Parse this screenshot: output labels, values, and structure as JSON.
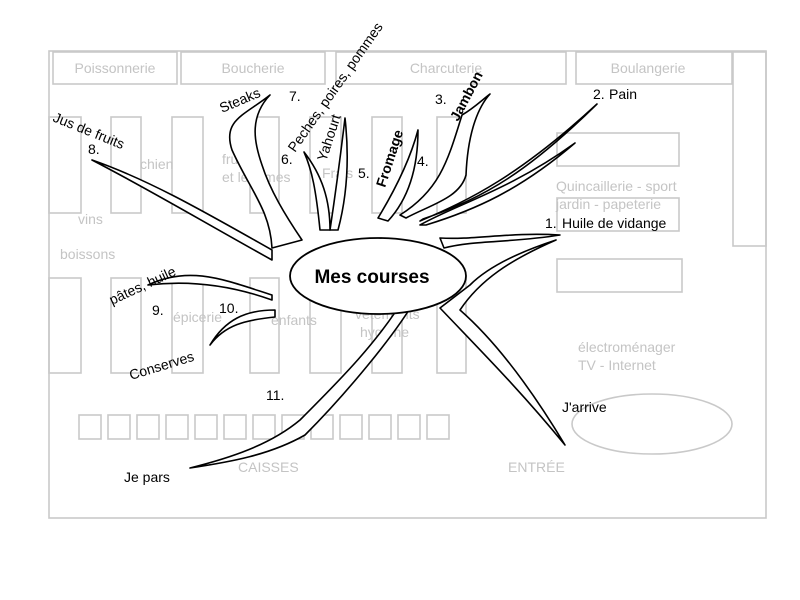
{
  "store": {
    "departments": {
      "poissonnerie": "Poissonnerie",
      "boucherie": "Boucherie",
      "charcuterie": "Charcuterie",
      "boulangerie": "Boulangerie",
      "chien": "chien",
      "fruits_line1": "fruits",
      "fruits_line2": "et légumes",
      "frais": "Frais",
      "vins": "vins",
      "boissons": "boissons",
      "quincaillerie_line1": "Quincaillerie - sport",
      "quincaillerie_line2": "jardin - papeterie",
      "epicerie": "épicerie",
      "enfants": "enfants",
      "vetements_line1": "vêtements",
      "vetements_line2": "hygiène",
      "electromenager_line1": "électroménager",
      "electromenager_line2": "TV - Internet",
      "caisses": "CAISSES",
      "entree": "ENTRÉE"
    }
  },
  "mindmap": {
    "center": "Mes courses",
    "items": {
      "huile_vidange": {
        "number": "1.",
        "label": "Huile de vidange"
      },
      "pain": {
        "number": "2.",
        "label": "Pain"
      },
      "jambon": {
        "number": "3.",
        "label": "Jambon"
      },
      "fromage": {
        "number": "4.",
        "label": "Fromage"
      },
      "yahourt": {
        "number": "5.",
        "label": "Yahourt"
      },
      "peches": {
        "number": "6.",
        "label": "Peches, poires, pommes"
      },
      "steaks": {
        "number": "7.",
        "label": "Steaks"
      },
      "jus": {
        "number": "8.",
        "label": "Jus de fruits"
      },
      "pates": {
        "number": "9.",
        "label": "pâtes, huile"
      },
      "conserves": {
        "number": "10.",
        "label": "Conserves"
      },
      "je_pars": {
        "number": "11.",
        "label": "Je pars"
      },
      "jarrive": {
        "label": "J'arrive"
      }
    }
  }
}
